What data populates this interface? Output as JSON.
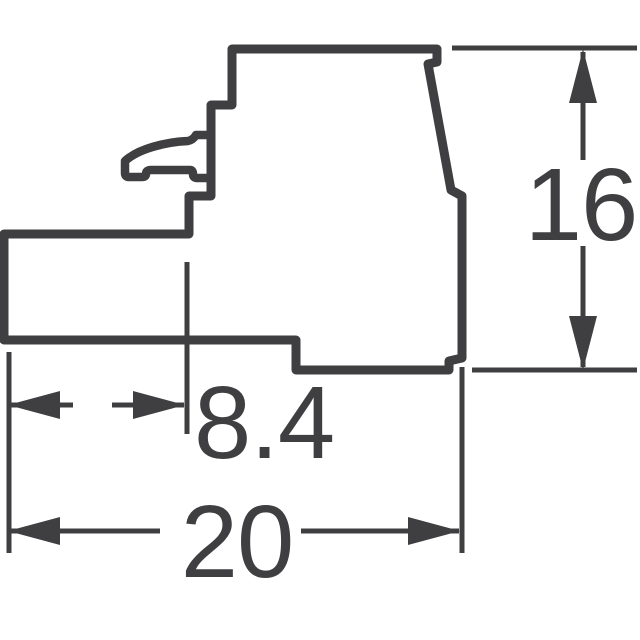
{
  "drawing": {
    "kind": "technical-dimension-drawing"
  },
  "dimensions": {
    "height_label": "16",
    "offset_label": "8.4",
    "width_label": "20"
  },
  "colors": {
    "line": "#3f3f41",
    "background": "#ffffff"
  }
}
